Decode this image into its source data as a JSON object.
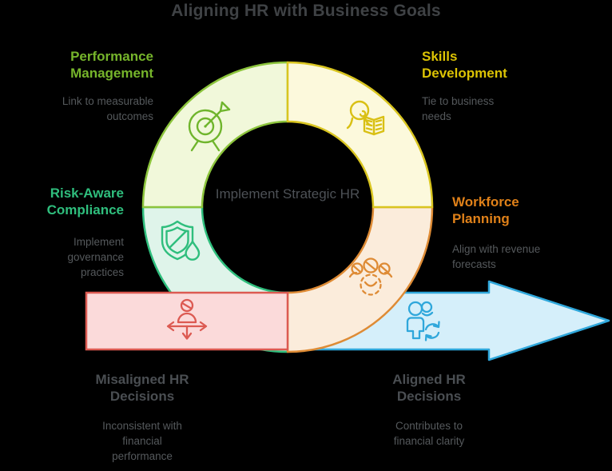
{
  "title": "Aligning HR with Business Goals",
  "center_label": "Implement Strategic HR",
  "quadrants": [
    {
      "position": "top-left",
      "heading": "Performance Management",
      "subtext": "Link to measurable outcomes",
      "heading_color": "#76b52b",
      "fill": "#f1f8da",
      "stroke": "#8cc43c",
      "icon": "target-icon"
    },
    {
      "position": "top-right",
      "heading": "Skills Development",
      "subtext": "Tie to business needs",
      "heading_color": "#dcc304",
      "fill": "#fcf9dc",
      "stroke": "#d9c520",
      "icon": "person-reading-icon"
    },
    {
      "position": "bottom-left",
      "heading": "Risk-Aware Compliance",
      "subtext": "Implement governance practices",
      "heading_color": "#2fbe7d",
      "fill": "#dff4ea",
      "stroke": "#2fbe7d",
      "icon": "shield-droplet-icon"
    },
    {
      "position": "bottom-right",
      "heading": "Workforce Planning",
      "subtext": "Align with revenue forecasts",
      "heading_color": "#e08119",
      "fill": "#fbecdb",
      "stroke": "#de8b35",
      "icon": "team-gear-icon"
    }
  ],
  "flow_band": {
    "misaligned": {
      "heading": "Misaligned HR Decisions",
      "subtext": "Inconsistent with financial performance",
      "fill": "#fbdada",
      "stroke": "#dc5a52",
      "icon": "misaligned-person-icon"
    },
    "aligned": {
      "heading": "Aligned HR Decisions",
      "subtext": "Contributes to financial clarity",
      "fill": "#d5effa",
      "stroke": "#2fa7db",
      "icon": "people-sync-icon"
    }
  },
  "colors": {
    "background": "#000000",
    "title_text": "#3f4245",
    "body_text": "#55595c",
    "center_text": "#4d5156"
  }
}
